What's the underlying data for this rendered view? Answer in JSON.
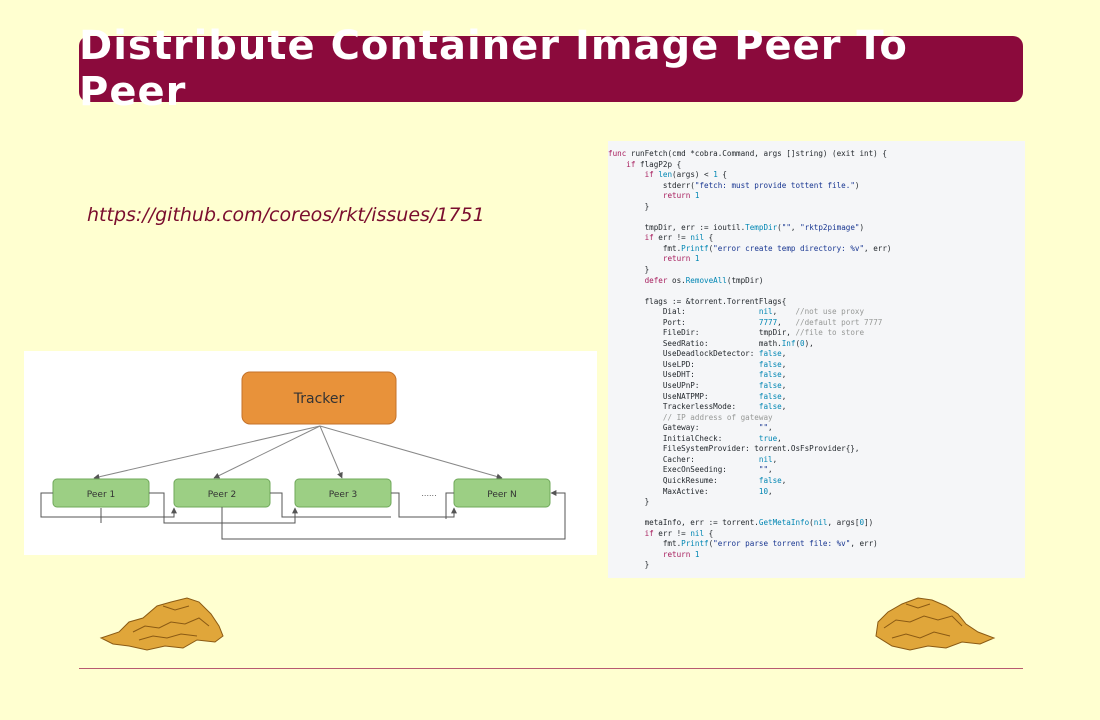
{
  "slide": {
    "title": "Distribute Container Image Peer To Peer",
    "link": "https://github.com/coreos/rkt/issues/1751"
  },
  "diagram": {
    "tracker": "Tracker",
    "peers": [
      "Peer 1",
      "Peer 2",
      "Peer 3",
      "Peer N"
    ],
    "ellipsis": "......"
  },
  "code": {
    "lines": [
      "func runFetch(cmd *cobra.Command, args []string) (exit int) {",
      "    if flagP2p {",
      "        if len(args) < 1 {",
      "            stderr(\"fetch: must provide tottent file.\")",
      "            return 1",
      "        }",
      "",
      "        tmpDir, err := ioutil.TempDir(\"\", \"rktp2pimage\")",
      "        if err != nil {",
      "            fmt.Printf(\"error create temp directory: %v\", err)",
      "            return 1",
      "        }",
      "        defer os.RemoveAll(tmpDir)",
      "",
      "        flags := &torrent.TorrentFlags{",
      "            Dial:                nil,    //not use proxy",
      "            Port:                7777,   //default port 7777",
      "            FileDir:             tmpDir, //file to store",
      "            SeedRatio:           math.Inf(0),",
      "            UseDeadlockDetector: false,",
      "            UseLPD:              false,",
      "            UseDHT:              false,",
      "            UseUPnP:             false,",
      "            UseNATPMP:           false,",
      "            TrackerlessMode:     false,",
      "            // IP address of gateway",
      "            Gateway:             \"\",",
      "            InitialCheck:        true,",
      "            FileSystemProvider: torrent.OsFsProvider{},",
      "            Cacher:              nil,",
      "            ExecOnSeeding:       \"\",",
      "            QuickResume:         false,",
      "            MaxActive:           10,",
      "        }",
      "",
      "        metaInfo, err := torrent.GetMetaInfo(nil, args[0])",
      "        if err != nil {",
      "            fmt.Printf(\"error parse torrent file: %v\", err)",
      "            return 1",
      "        }"
    ]
  },
  "colors": {
    "background": "#ffffd0",
    "title_bar": "#8b0a3c",
    "tracker_fill": "#e8923a",
    "peer_fill": "#9ccf84"
  }
}
